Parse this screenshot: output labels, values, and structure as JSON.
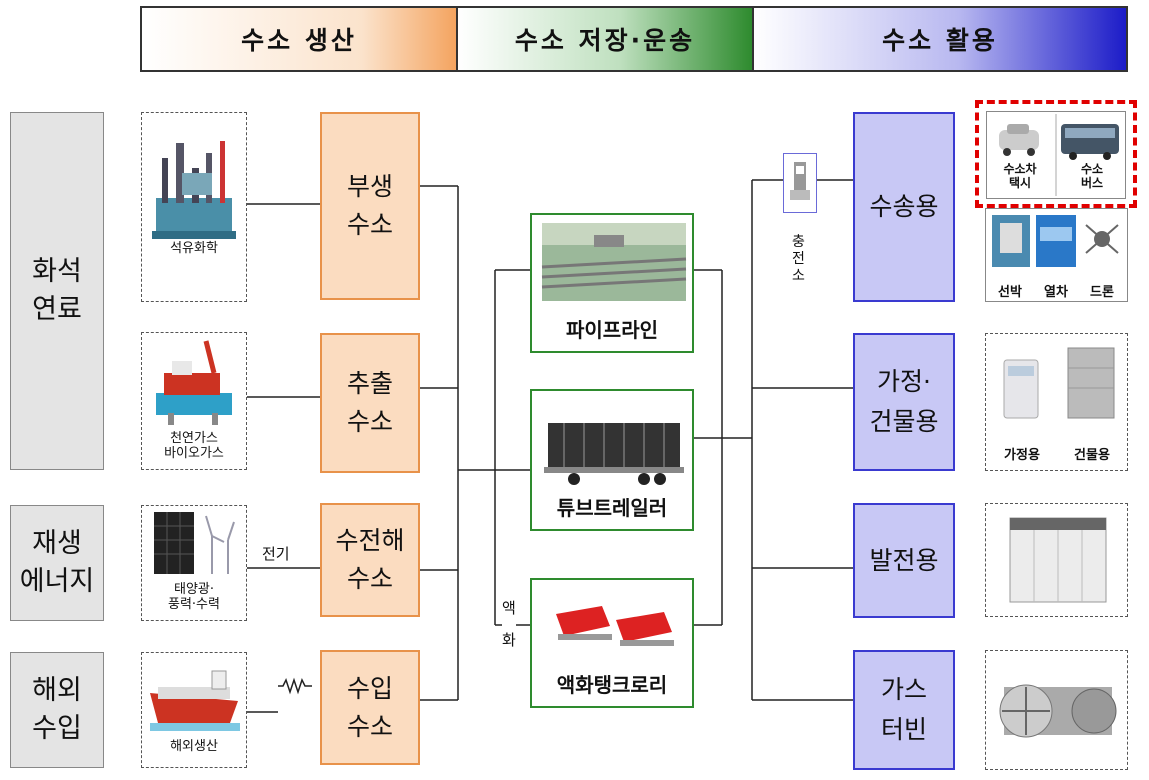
{
  "header": {
    "production": "수소 생산",
    "storage": "수소 저장·운송",
    "utilization": "수소 활용"
  },
  "sources": {
    "fossil": "화석\n연료",
    "renewable": "재생\n에너지",
    "import": "해외\n수입"
  },
  "source_images": {
    "petrochem": "석유화학",
    "gas": "천연가스\n바이오가스",
    "renew": "태양광·\n풍력·수력",
    "overseas": "해외생산"
  },
  "production": {
    "byproduct": "부생\n수소",
    "extraction": "추출\n수소",
    "electrolysis": "수전해\n수소",
    "imported": "수입\n수소"
  },
  "connector_labels": {
    "electricity": "전기",
    "liquefaction": "액\n\n화",
    "charging_station": "충\n전\n소"
  },
  "storage": {
    "pipeline": "파이프라인",
    "tube_trailer": "튜브트레일러",
    "lorry": "액화탱크로리"
  },
  "utilization": {
    "transport": "수송용",
    "building": "가정·\n건물용",
    "power": "발전용",
    "turbine": "가스\n터빈"
  },
  "examples": {
    "taxi": "수소차\n택시",
    "bus": "수소\n버스",
    "ship": "선박",
    "train": "열차",
    "drone": "드론",
    "home": "가정용",
    "building": "건물용"
  },
  "colors": {
    "production_fill": "#fbdcc0",
    "production_border": "#e8924a",
    "storage_border": "#2e8b2e",
    "use_fill": "#c8c8f5",
    "use_border": "#3a3ad0",
    "highlight": "#e00000"
  }
}
